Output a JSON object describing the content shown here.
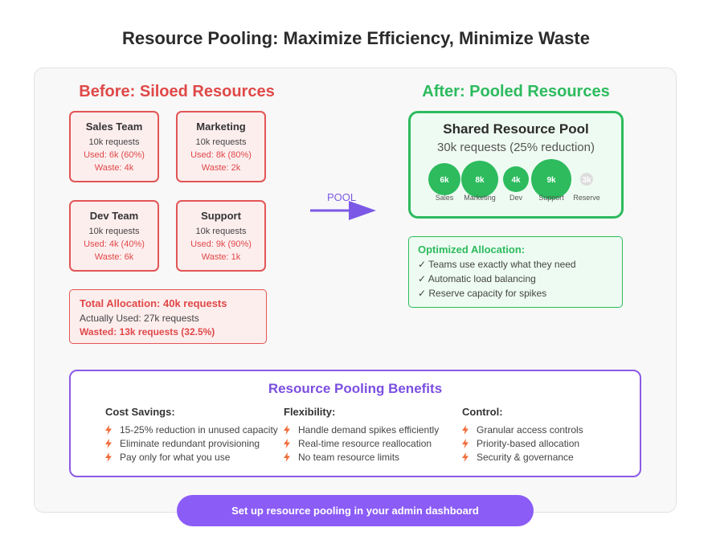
{
  "title": "Resource Pooling: Maximize Efficiency, Minimize Waste",
  "before": {
    "heading": "Before: Siloed Resources",
    "teams": [
      {
        "name": "Sales Team",
        "requests": "10k requests",
        "used": "Used: 6k (60%)",
        "waste": "Waste: 4k"
      },
      {
        "name": "Marketing",
        "requests": "10k requests",
        "used": "Used: 8k (80%)",
        "waste": "Waste: 2k"
      },
      {
        "name": "Dev Team",
        "requests": "10k requests",
        "used": "Used: 4k (40%)",
        "waste": "Waste: 6k"
      },
      {
        "name": "Support",
        "requests": "10k requests",
        "used": "Used: 9k (90%)",
        "waste": "Waste: 1k"
      }
    ],
    "total": {
      "title": "Total Allocation: 40k requests",
      "used": "Actually Used: 27k requests",
      "wasted": "Wasted: 13k requests (32.5%)"
    }
  },
  "arrow": {
    "label": "POOL"
  },
  "after": {
    "heading": "After: Pooled Resources",
    "pool_title": "Shared Resource Pool",
    "pool_subtitle": "30k requests (25% reduction)",
    "segments": [
      {
        "value": "6k",
        "label": "Sales",
        "amount": 6
      },
      {
        "value": "8k",
        "label": "Marketing",
        "amount": 8
      },
      {
        "value": "4k",
        "label": "Dev",
        "amount": 4
      },
      {
        "value": "9k",
        "label": "Support",
        "amount": 9
      },
      {
        "value": "3k",
        "label": "Reserve",
        "amount": 3,
        "reserve": true
      }
    ],
    "optimized": {
      "title": "Optimized Allocation:",
      "items": [
        "✓ Teams use exactly what they need",
        "✓ Automatic load balancing",
        "✓ Reserve capacity for spikes"
      ]
    }
  },
  "benefits": {
    "title": "Resource Pooling Benefits",
    "columns": [
      {
        "heading": "Cost Savings:",
        "items": [
          "15-25% reduction in unused capacity",
          "Eliminate redundant provisioning",
          "Pay only for what you use"
        ]
      },
      {
        "heading": "Flexibility:",
        "items": [
          "Handle demand spikes efficiently",
          "Real-time resource reallocation",
          "No team resource limits"
        ]
      },
      {
        "heading": "Control:",
        "items": [
          "Granular access controls",
          "Priority-based allocation",
          "Security & governance"
        ]
      }
    ]
  },
  "cta": {
    "label": "Set up resource pooling in your admin dashboard"
  },
  "colors": {
    "red": "#e04848",
    "green": "#2dbb5e",
    "purple": "#8b5cf6",
    "bolt": "#f26b3a",
    "reserve_gray": "#dddddd"
  }
}
